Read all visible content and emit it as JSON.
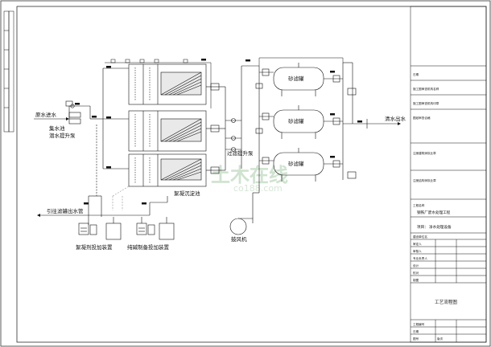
{
  "drawing": {
    "labels": {
      "raw_water_inlet": "原水进水",
      "collection_well": "集水池",
      "lift_pump": "潜水提升泵",
      "sedimentation_tank": "絮凝沉淀池",
      "filter_feed_pump": "过滤提升泵",
      "sand_filter": "砂滤罐",
      "clean_water_outlet": "清水出水",
      "reuse_pipe": "引往滤罐出水管",
      "dosing_device": "絮凝剂投加装置",
      "soda_ash_dosing": "纯碱制备投加装置",
      "blower": "鼓风机"
    },
    "watermark": {
      "main": "土木在线",
      "sub": "co188.com"
    }
  },
  "title_block": {
    "date_label": "日期",
    "rows_top": [
      "施工图审查机构名称",
      "施工图审查机构印章",
      "图纸审查合格"
    ],
    "rows_mid": [
      "注册建筑师执业章",
      "注册结构师执业章"
    ],
    "project_heading": "工程名称",
    "project_name": "钢铁厂废水处理工程",
    "item_label": "项目：",
    "item_name": "净水处理设备",
    "design_unit": "建设单位名",
    "signoff_roles": [
      "审定人",
      "审核人",
      "专业负责人",
      "设计",
      "校对",
      "制图"
    ],
    "drawing_title": "工艺流程图",
    "drawing_no_label": "工程编号",
    "date_label_bottom": "日期",
    "sheet_label": "图号",
    "sheet_no_label": "版次"
  },
  "colors": {
    "line": "#111111",
    "light": "#888888",
    "watermark": "#cfe3cf"
  }
}
